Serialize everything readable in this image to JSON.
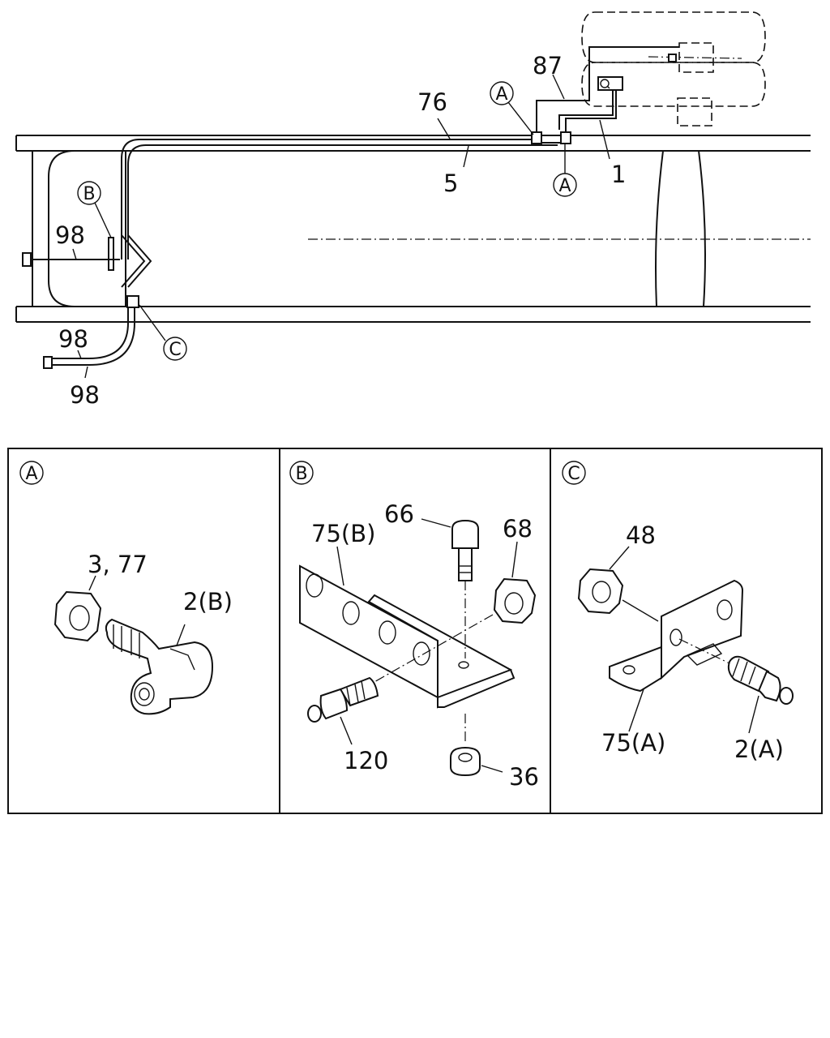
{
  "main_view": {
    "callouts": {
      "c87": "87",
      "c76": "76",
      "c5": "5",
      "c1": "1",
      "c98_a": "98",
      "c98_b": "98",
      "c98_c": "98"
    },
    "circled": {
      "a_top": "A",
      "a_bottom": "A",
      "b": "B",
      "c": "C"
    }
  },
  "details": {
    "panel_a": {
      "tag": "A",
      "labels": {
        "p3_77": "3, 77",
        "p2b": "2(B)"
      }
    },
    "panel_b": {
      "tag": "B",
      "labels": {
        "p75b": "75(B)",
        "p66": "66",
        "p68": "68",
        "p120": "120",
        "p36": "36"
      }
    },
    "panel_c": {
      "tag": "C",
      "labels": {
        "p48": "48",
        "p75a": "75(A)",
        "p2a": "2(A)"
      }
    }
  }
}
